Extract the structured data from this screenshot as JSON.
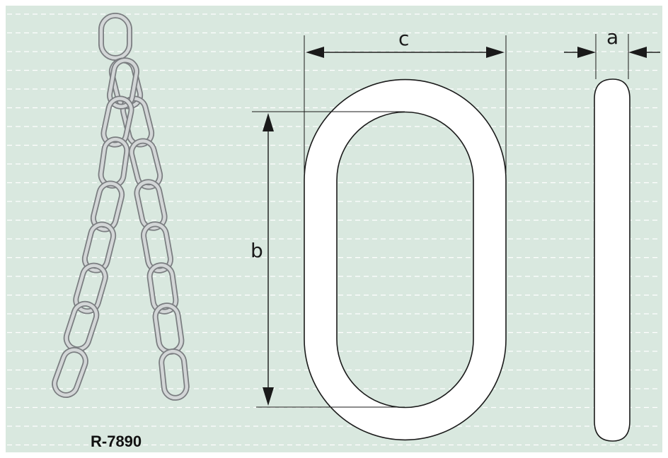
{
  "labels": {
    "width_dim": "c",
    "height_dim": "b",
    "thickness_dim": "a",
    "model_code": "R-7890"
  },
  "colors": {
    "background": "#d9e8df",
    "stripe": "#ffffff",
    "outline": "#1a1a1a",
    "link_fill": "#ffffff",
    "chain_stroke": "#7a7d80",
    "chain_fill": "#d3d6d7"
  },
  "icons": {
    "chain": "hanging-chain-sling-icon",
    "master_link": "oval-master-link-icon",
    "side_view": "master-link-side-view-icon"
  }
}
